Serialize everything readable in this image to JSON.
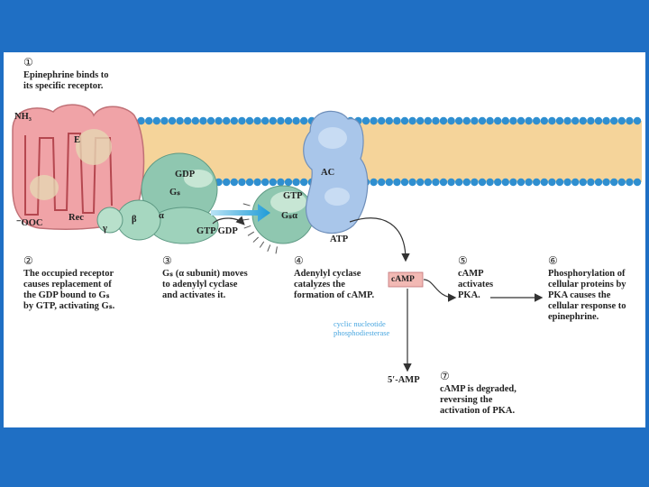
{
  "colors": {
    "background": "#1f6fc4",
    "membrane_band": "#f5d49a",
    "membrane_beads": "#2f8fd0",
    "receptor": "#f0a3a7",
    "g_protein": "#8fc7b0",
    "adenylyl_cyclase": "#a9c6ea",
    "camp_box": "#f2b9b4",
    "enzyme_label": "#4aa7e0",
    "arrow_blue": "#1e9bd7"
  },
  "steps": [
    {
      "marker": "①",
      "text": "Epinephrine binds to\nits specific receptor."
    },
    {
      "marker": "②",
      "text": "The occupied receptor\ncauses replacement of\nthe GDP bound to Gₛ\nby GTP, activating Gₛ."
    },
    {
      "marker": "③",
      "text": "Gₛ (α subunit) moves\nto adenylyl cyclase\nand activates it."
    },
    {
      "marker": "④",
      "text": "Adenylyl cyclase\ncatalyzes the\nformation of cAMP."
    },
    {
      "marker": "⑤",
      "text": "cAMP\nactivates\nPKA."
    },
    {
      "marker": "⑥",
      "text": "Phosphorylation of\ncellular proteins by\nPKA causes the\ncellular response to\nepinephrine."
    },
    {
      "marker": "⑦",
      "text": "cAMP is degraded,\nreversing the\nactivation of PKA."
    }
  ],
  "labels": {
    "nh3": "NH₃",
    "e": "E",
    "ooc": "⁻OOC",
    "rec": "Rec",
    "gdp": "GDP",
    "gs": "Gₛ",
    "beta": "β",
    "gamma": "γ",
    "alpha": "α",
    "gtp": "GTP",
    "gsa": "Gₛα",
    "ac": "AC",
    "gtp_gdp": "GTP GDP",
    "atp": "ATP",
    "camp": "cAMP",
    "enzyme": "cyclic nucleotide\nphosphodiesterase",
    "five_amp": "5′-AMP"
  }
}
